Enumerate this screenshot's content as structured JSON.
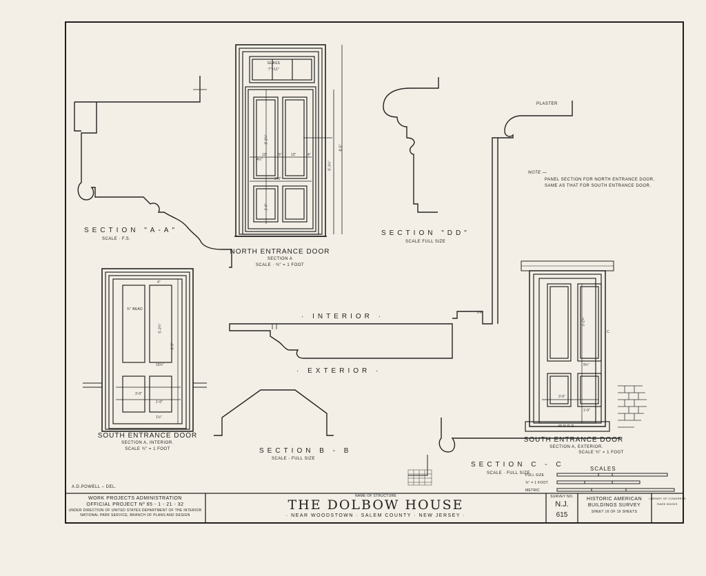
{
  "drawing": {
    "north_door": {
      "title": "NORTH ENTRANCE DOOR",
      "section": "SECTION A",
      "scale": "SCALE · ¾\" = 1 FOOT",
      "glass": "GLASS",
      "glass_size": "7\"×11\"",
      "dims": {
        "height": "6'-1½\"",
        "overall": "8'-5\"",
        "width": "3'-0\"",
        "panel_upper": "3'-2¾\"",
        "panel_lower": "1'-0\"",
        "stile_a": "4½\"",
        "panel_w_a": "13\"",
        "mid": "5\"",
        "panel_w_b": "13\"",
        "stile_b": "4\""
      }
    },
    "section_aa": {
      "title": "SECTION \"A-A\"",
      "scale": "SCALE · F.S."
    },
    "section_dd": {
      "title": "SECTION \"DD\"",
      "scale": "SCALE  FULL SIZE"
    },
    "plaster": "PLASTER",
    "note": {
      "title": "NOTE —",
      "line1": "PANEL SECTION FOR NORTH ENTRANCE DOOR,",
      "line2": "SAME AS THAT FOR SOUTH ENTRANCE DOOR."
    },
    "interior_label": "· INTERIOR ·",
    "exterior_label": "· EXTERIOR ·",
    "south_door_interior": {
      "title": "SOUTH ENTRANCE DOOR",
      "section": "SECTION A, INTERIOR.",
      "scale": "SCALE ¾\" = 1 FOOT",
      "bead": "¾\" BEAD",
      "dims": {
        "upper": "5'-2¾\"",
        "height": "6'-5\"",
        "width": "3'-0\"",
        "lower": "1'-0\"",
        "rail": "10½\"",
        "top": "4\"",
        "bottom": "1½\""
      }
    },
    "south_door_exterior": {
      "title": "SOUTH ENTRANCE DOOR",
      "section": "SECTION A, EXTERIOR.",
      "scale": "SCALE ¾\" = 1 FOOT",
      "wood": "W O O D",
      "dims": {
        "upper": "3'-2¾\"",
        "width": "3'-0\"",
        "lower": "1'-0\"",
        "rail": "9½\"",
        "c": "C."
      }
    },
    "section_bb": {
      "title": "SECTION  B - B",
      "scale": "SCALE - FULL SIZE"
    },
    "section_cc": {
      "title": "SECTION  C - C",
      "scale": "SCALE · FULL SIZE."
    },
    "section_cc_dim": "2⅝\"",
    "scales": {
      "title": "SCALES",
      "rows": [
        "FULL SIZE",
        "¾\" = 1 FOOT",
        "METRIC"
      ]
    },
    "delineator": "A.D.POWELL – DEL."
  },
  "title_block": {
    "wpa_line1": "WORK   PROJECTS  ADMINISTRATION",
    "wpa_line2": "OFFICIAL  PROJECT  Nº 65 - 1 - 21 - 32",
    "wpa_line3": "UNDER DIRECTION OF UNITED STATES DEPARTMENT OF THE INTERIOR",
    "wpa_line4": "NATIONAL PARK SERVICE, BRANCH OF PLANS AND DESIGN",
    "name_label": "NAME OF STRUCTURE",
    "name": "THE  DOLBOW  HOUSE",
    "location": "· NEAR  WOODSTOWN  · SALEM  COUNTY  · NEW  JERSEY ·",
    "survey_label": "SURVEY NO.",
    "survey_state": "N.J.",
    "survey_no": "615",
    "habs1": "HISTORIC AMERICAN",
    "habs2": "BUILDINGS SURVEY",
    "sheet": "SHEET  16  OF  19  SHEETS",
    "loc1": "LIBRARY OF CONGRESS",
    "loc2": "RARE BOOKS"
  },
  "colors": {
    "paper": "#f3efe6",
    "ink": "#2a2a2a",
    "frame": "#1e1e1e"
  }
}
